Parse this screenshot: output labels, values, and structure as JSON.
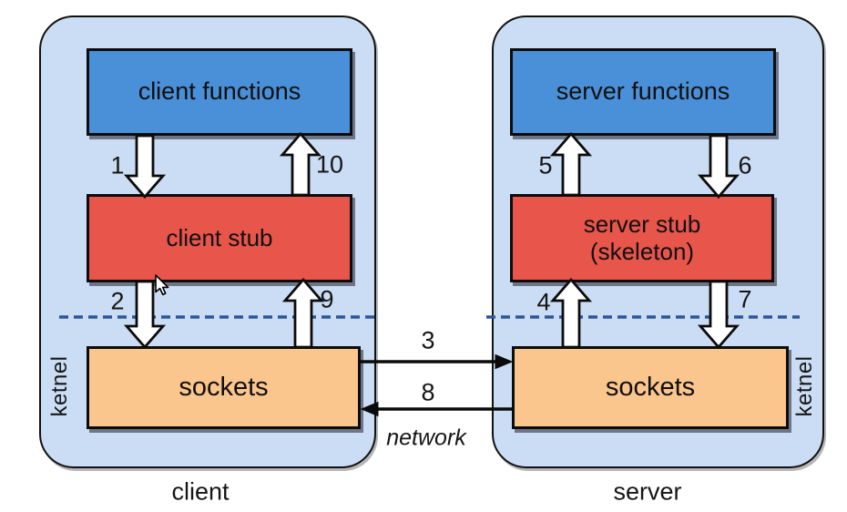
{
  "client_panel": {
    "label": "client",
    "kernel_label": "ketnel",
    "functions_box": "client functions",
    "stub_box": "client stub",
    "sockets_box": "sockets"
  },
  "server_panel": {
    "label": "server",
    "kernel_label": "ketnel",
    "functions_box": "server functions",
    "stub_box_line1": "server stub",
    "stub_box_line2": "(skeleton)",
    "sockets_box": "sockets"
  },
  "step_labels": {
    "s1": "1",
    "s2": "2",
    "s3": "3",
    "s4": "4",
    "s5": "5",
    "s6": "6",
    "s7": "7",
    "s8": "8",
    "s9": "9",
    "s10": "10"
  },
  "network_label": "network",
  "colors": {
    "panel_fill": "#cbddf4",
    "functions_fill": "#4a90d8",
    "stub_fill": "#e7554b",
    "sockets_fill": "#fbc58e",
    "dashed_line": "#2b5797",
    "box_border": "#0c0c0c"
  }
}
